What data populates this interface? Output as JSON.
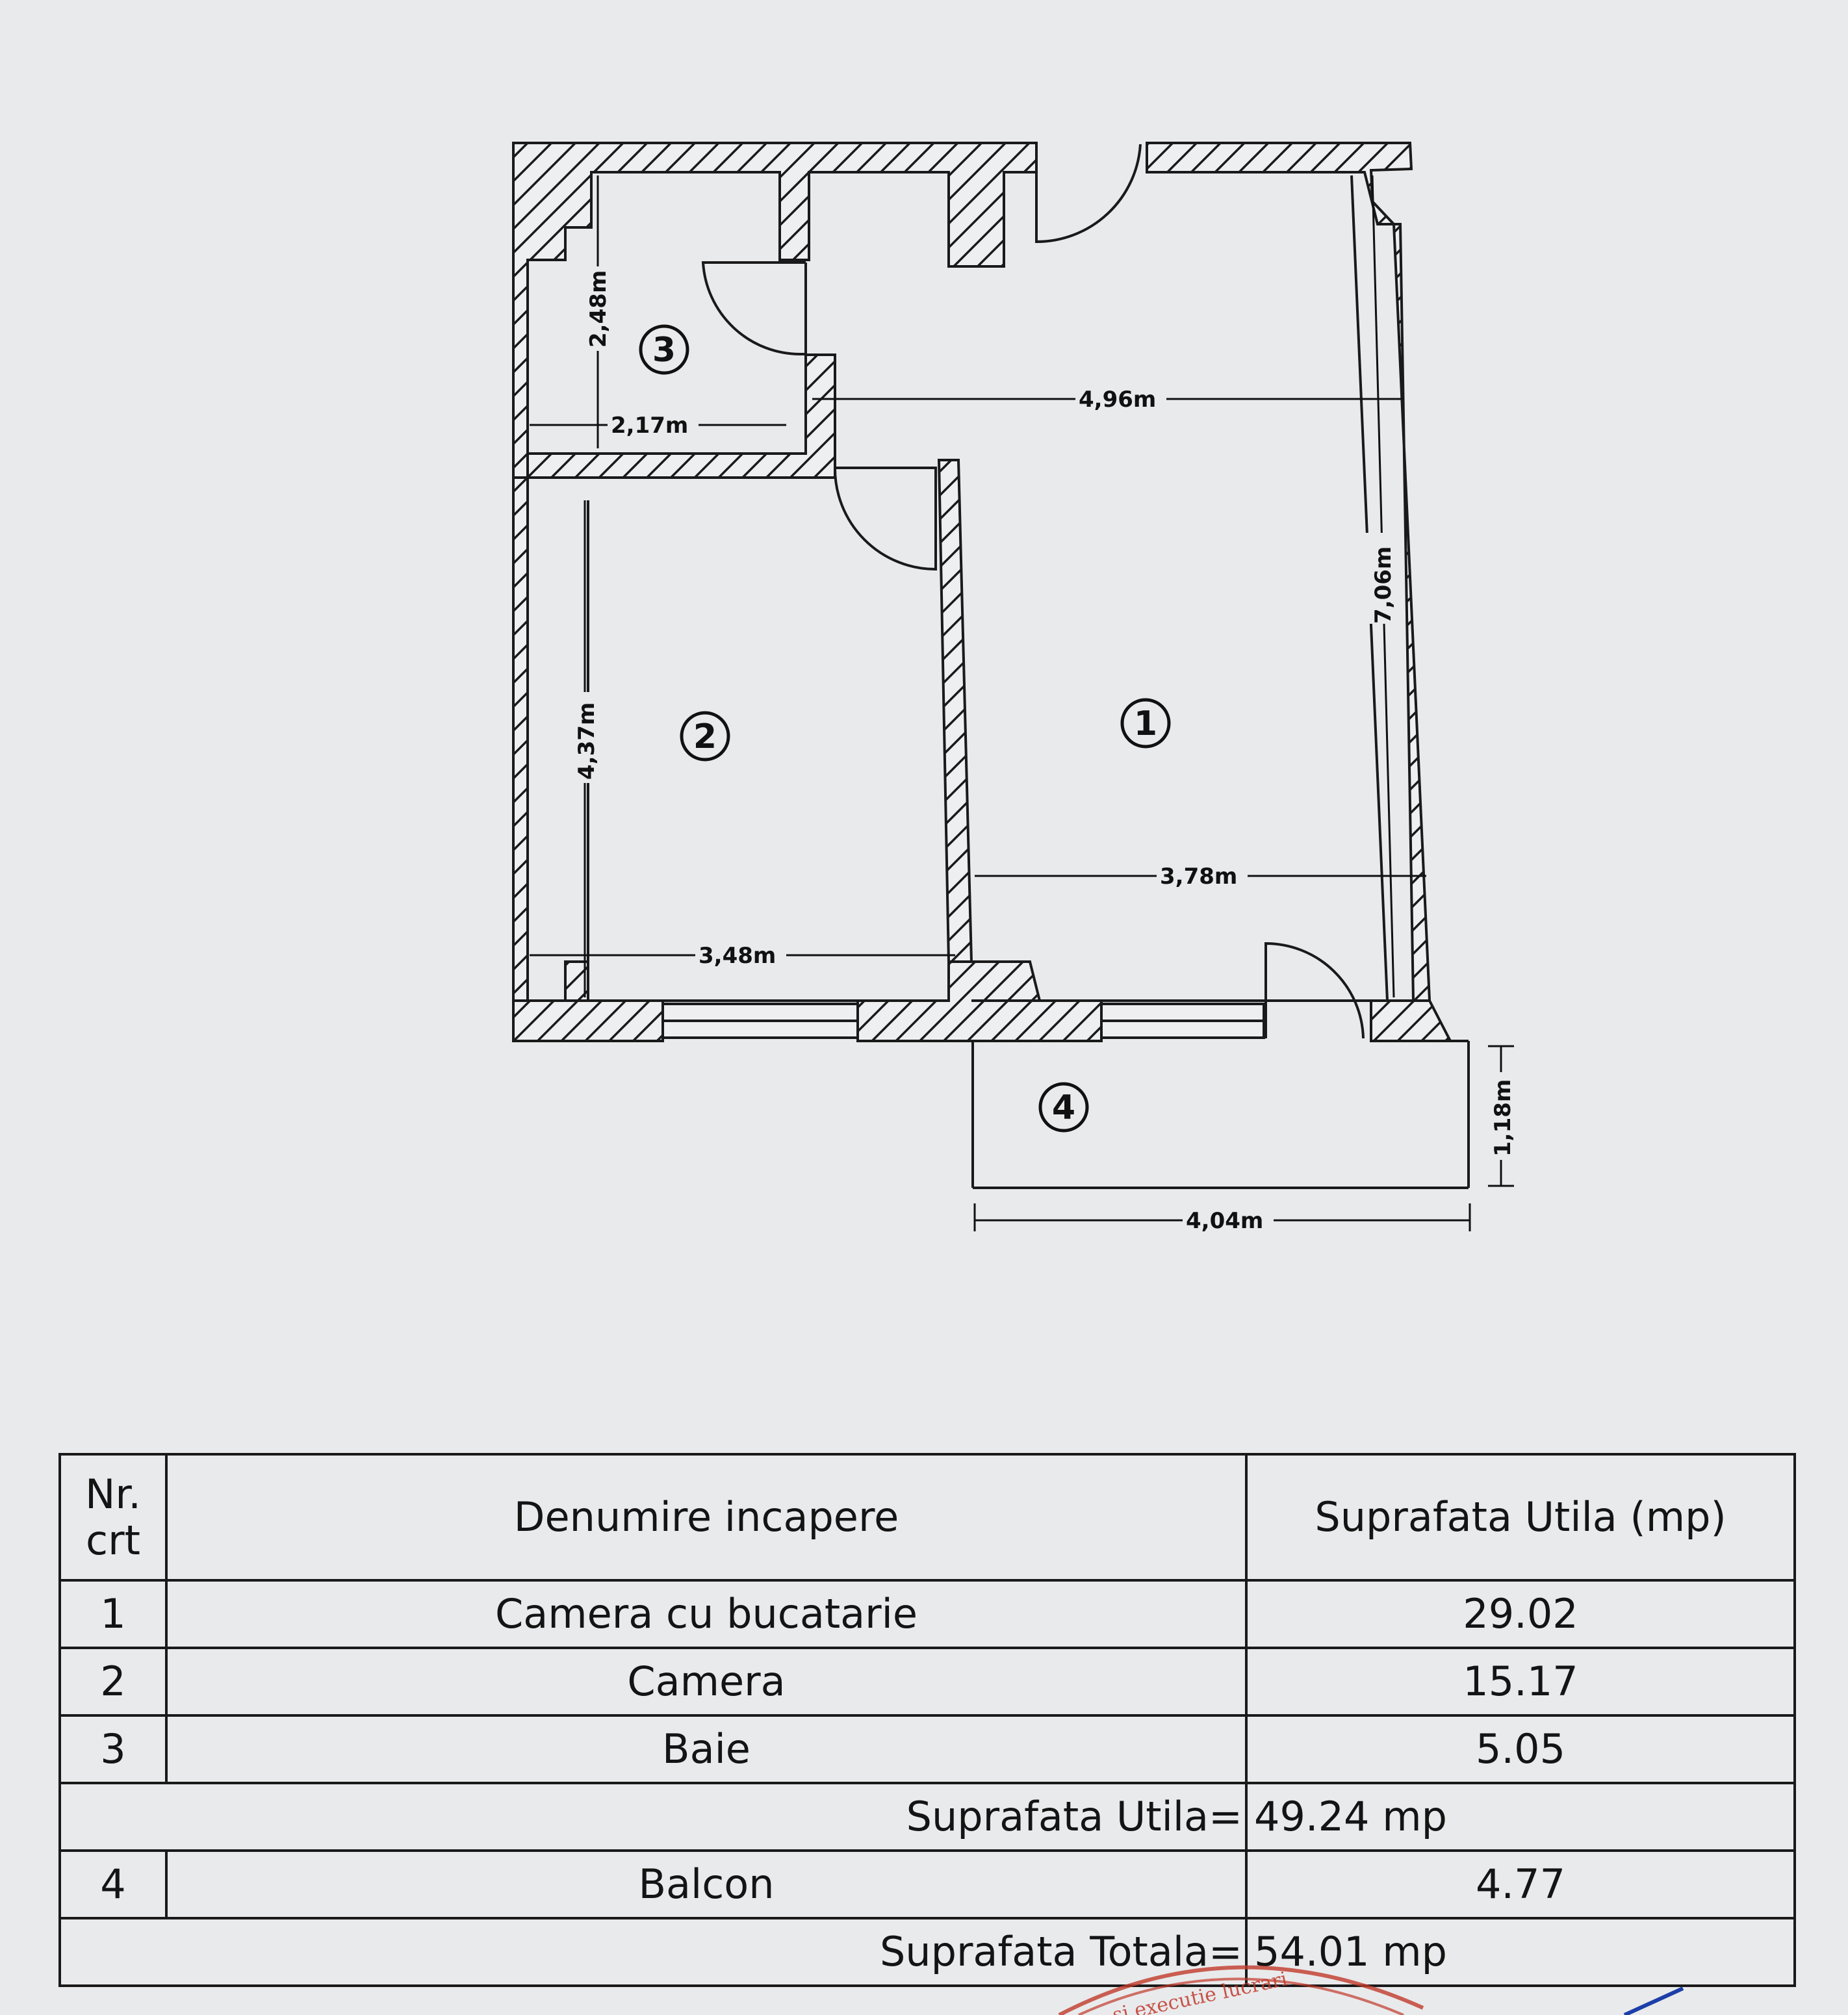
{
  "plan": {
    "room_numbers": [
      "1",
      "2",
      "3",
      "4"
    ],
    "dimensions": {
      "bath_height": "2,48m",
      "bath_width": "2,17m",
      "main_width_top": "4,96m",
      "main_height": "7,06m",
      "main_width_bottom": "3,78m",
      "room2_height": "4,37m",
      "room2_width": "3,48m",
      "balcony_depth": "1,18m",
      "balcony_width": "4,04m"
    }
  },
  "table": {
    "headers": {
      "nr": "Nr. crt",
      "name": "Denumire incapere",
      "area": "Suprafata Utila (mp)"
    },
    "rows": [
      {
        "nr": "1",
        "name": "Camera cu bucatarie",
        "area": "29.02"
      },
      {
        "nr": "2",
        "name": "Camera",
        "area": "15.17"
      },
      {
        "nr": "3",
        "name": "Baie",
        "area": "5.05"
      }
    ],
    "useful_label": "Suprafata Utila=",
    "useful_value": "49.24 mp",
    "balcony_row": {
      "nr": "4",
      "name": "Balcon",
      "area": "4.77"
    },
    "total_label": "Suprafata Totala=",
    "total_value": "54.01 mp"
  },
  "stamp": {
    "text": "...si executie lucrari..."
  },
  "colors": {
    "ink": "#161616",
    "paper": "#e9eaec",
    "stamp": "#c0392b"
  }
}
